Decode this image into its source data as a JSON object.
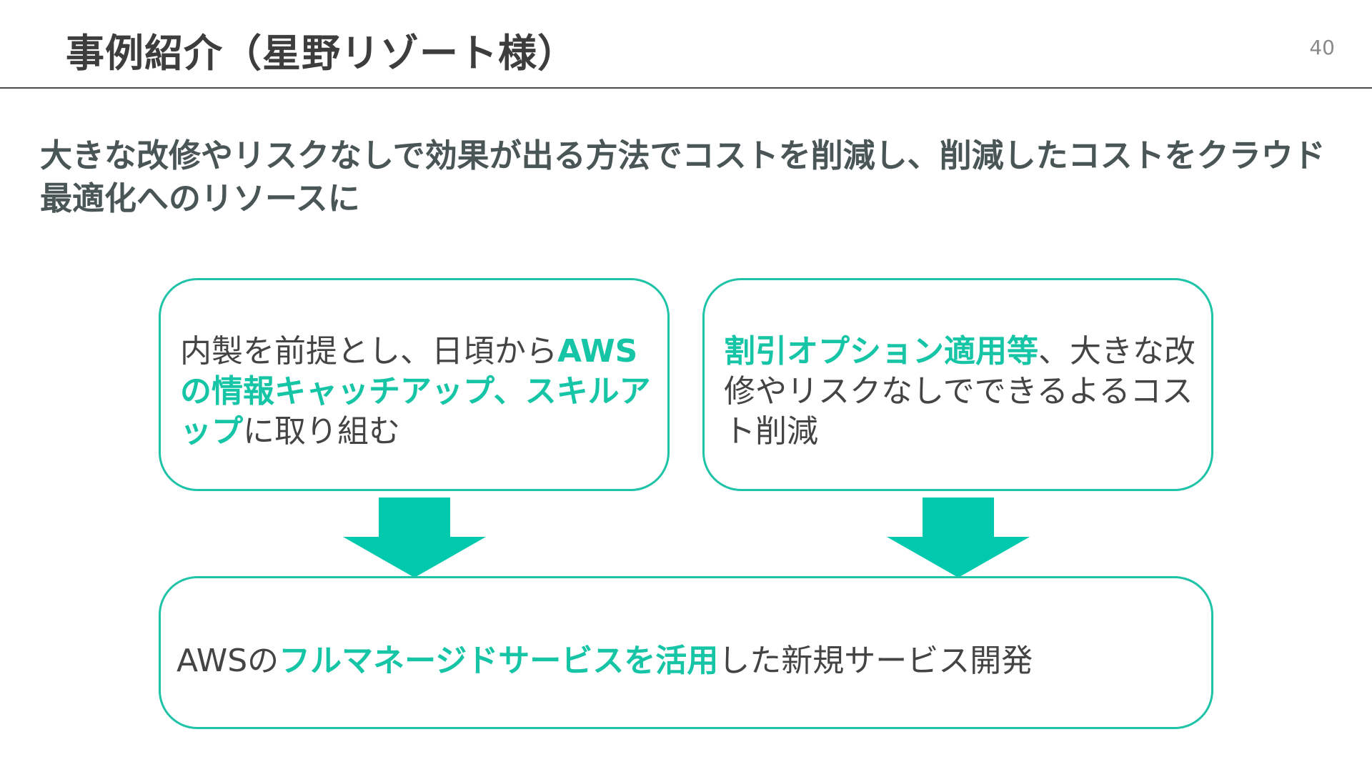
{
  "slide": {
    "title": "事例紹介（星野リゾート様）",
    "page_number": "40",
    "subtitle": "大きな改修やリスクなしで効果が出る方法でコストを削減し、削減したコストをクラウド最適化へのリソースに"
  },
  "boxes": {
    "left": {
      "part1": "内製を前提とし、日頃から",
      "part2_highlight": "AWSの情報キャッチアップ、スキルアップ",
      "part3": "に取り組む"
    },
    "right": {
      "part1_highlight": "割引オプション適用等",
      "part2": "、大きな改修やリスクなしでできるよるコスト削減"
    },
    "bottom": {
      "part1": "AWSの",
      "part2_highlight": "フルマネージドサービスを活用",
      "part3": "した新規サービス開発"
    }
  },
  "colors": {
    "accent": "#16c4a6",
    "arrow": "#00c9ad",
    "border": "#1fc3a8",
    "text": "#444444"
  },
  "icons": {
    "arrow_left": "down-arrow-icon",
    "arrow_right": "down-arrow-icon"
  }
}
